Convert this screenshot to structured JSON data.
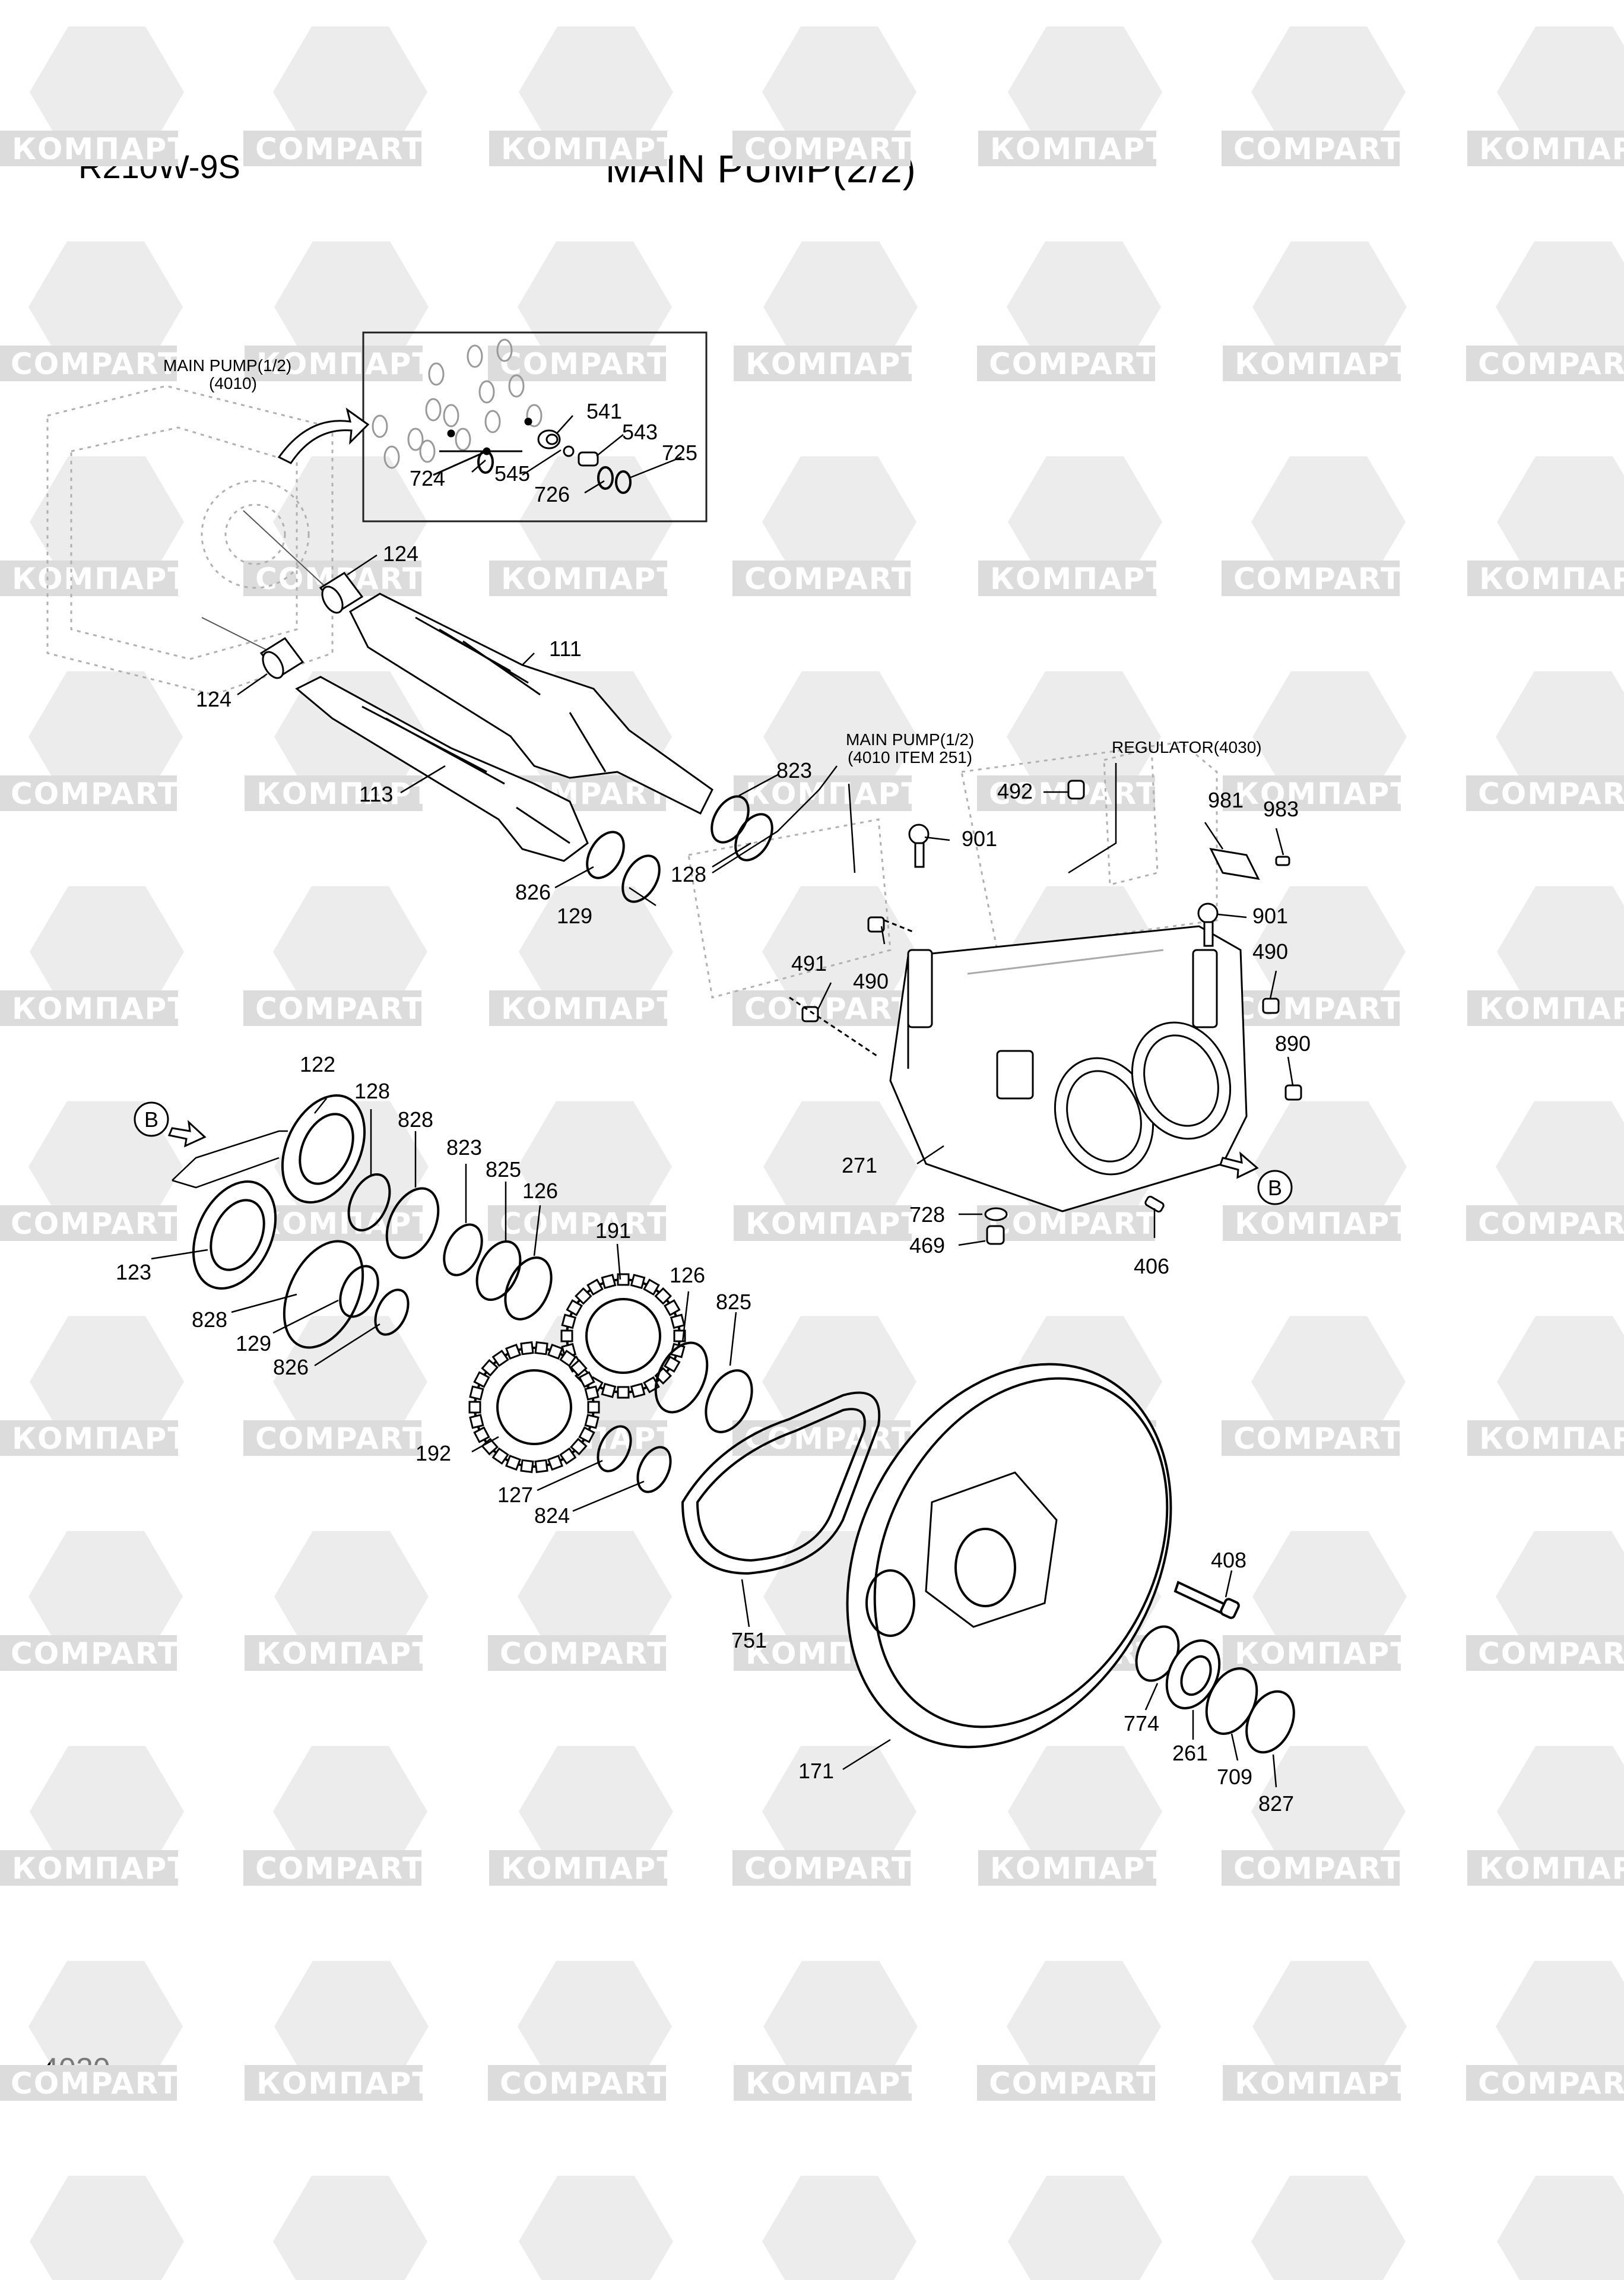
{
  "header": {
    "model": "R210W-9S",
    "title": "MAIN PUMP(2/2)"
  },
  "footer": {
    "page_number": "4020"
  },
  "watermark": {
    "latin": "COMPART",
    "cyrillic": "КОМПАРТ",
    "color": "#dcdcdc"
  },
  "notes": {
    "main_pump_ref_1": "MAIN PUMP(1/2)",
    "main_pump_ref_1_code": "(4010)",
    "main_pump_ref_2": "MAIN PUMP(1/2)",
    "main_pump_ref_2_code": "(4010 ITEM 251)",
    "regulator_ref": "REGULATOR(4030)"
  },
  "view_markers": [
    "B",
    "B"
  ],
  "parts": {
    "p541": "541",
    "p543": "543",
    "p725": "725",
    "p724": "724",
    "p545": "545",
    "p726": "726",
    "p124a": "124",
    "p124b": "124",
    "p111": "111",
    "p113": "113",
    "p823a": "823",
    "p826a": "826",
    "p128a": "128",
    "p129a": "129",
    "p492": "492",
    "p901a": "901",
    "p981": "981",
    "p983": "983",
    "p901b": "901",
    "p491": "491",
    "p490a": "490",
    "p490b": "490",
    "p890": "890",
    "p271": "271",
    "p728": "728",
    "p469": "469",
    "p406": "406",
    "p122": "122",
    "p128b": "128",
    "p828a": "828",
    "p823b": "823",
    "p825a": "825",
    "p126a": "126",
    "p123": "123",
    "p828b": "828",
    "p129b": "129",
    "p826b": "826",
    "p191": "191",
    "p126b": "126",
    "p825b": "825",
    "p192": "192",
    "p127": "127",
    "p824": "824",
    "p751": "751",
    "p408": "408",
    "p774": "774",
    "p261": "261",
    "p709": "709",
    "p827": "827",
    "p171": "171"
  }
}
